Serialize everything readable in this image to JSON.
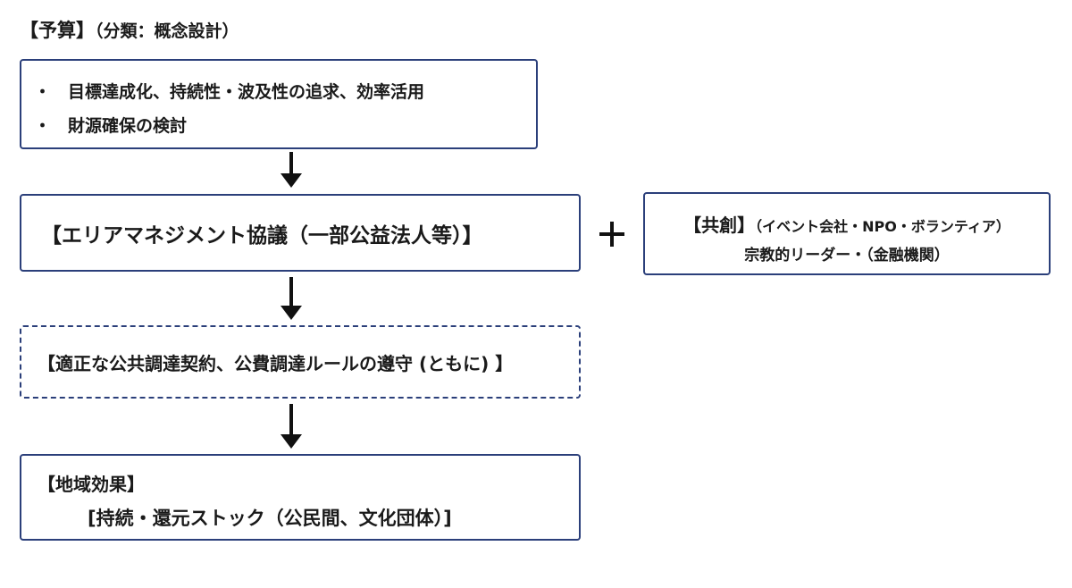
{
  "heading": {
    "main": "【予算】",
    "sub": "（分類：概念設計）"
  },
  "budget_box": {
    "bullet": "・",
    "items": [
      "目標達成化、持続性・波及性の追求、効率活用",
      "財源確保の検討"
    ]
  },
  "area_box": {
    "text": "【エリアマネジメント協議（一部公益法人等）】"
  },
  "plus_symbol": "＋",
  "cocreate_box": {
    "title": "【共創】",
    "line1_rest": "（イベント会社・NPO・ボランティア）",
    "line2": "宗教的リーダー・（金融機関）"
  },
  "procure_box": {
    "text": "【適正な公共調達契約、公費調達ルールの遵守 (ともに) 】"
  },
  "effect_box": {
    "title": "【地域効果】",
    "text": "[持続・還元ストック（公民間、文化団体）]"
  },
  "colors": {
    "box_border": "#2b3f7a",
    "arrow": "#111111",
    "text": "#1a1a1a"
  }
}
